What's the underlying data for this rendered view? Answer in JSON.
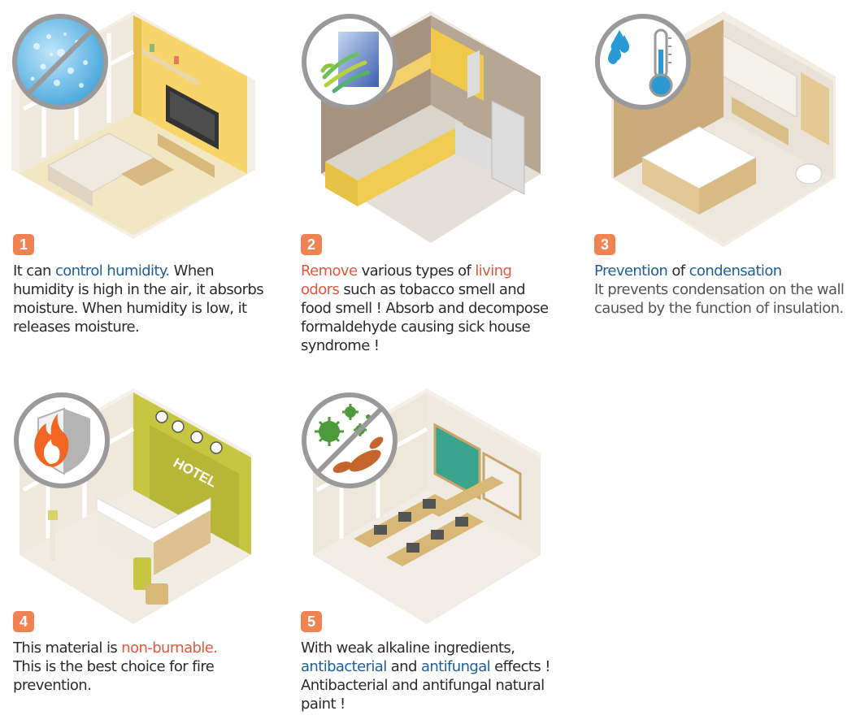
{
  "colors": {
    "badge": "#ef8354",
    "accent_blue": "#1f5e9c",
    "accent_red": "#e2583e",
    "wall_yellow": "#f7d774"
  },
  "cards": [
    {
      "number": "1",
      "icon": "water-droplets-icon",
      "room": "living-room",
      "lines": [
        [
          {
            "t": "It can "
          },
          {
            "t": "control humidity.",
            "c": "blue"
          },
          {
            "t": " When"
          }
        ],
        [
          {
            "t": "humidity is high in the air, it absorbs"
          }
        ],
        [
          {
            "t": "moisture. When humidity is low, it"
          }
        ],
        [
          {
            "t": "releases moisture."
          }
        ]
      ]
    },
    {
      "number": "2",
      "icon": "odor-filter-icon",
      "room": "kitchen",
      "lines": [
        [
          {
            "t": "Remove",
            "c": "red"
          },
          {
            "t": " various types of "
          },
          {
            "t": "living",
            "c": "red"
          }
        ],
        [
          {
            "t": "odors",
            "c": "red"
          },
          {
            "t": " such as tobacco smell and"
          }
        ],
        [
          {
            "t": "food smell ! Absorb and decompose"
          }
        ],
        [
          {
            "t": "formaldehyde causing sick house"
          }
        ],
        [
          {
            "t": "syndrome !"
          }
        ]
      ]
    },
    {
      "number": "3",
      "icon": "thermometer-drops-icon",
      "room": "bathroom",
      "lines": [
        [
          {
            "t": "Prevention",
            "c": "blue"
          },
          {
            "t": " of "
          },
          {
            "t": "condensation",
            "c": "blue"
          }
        ],
        [
          {
            "t": "It prevents condensation on the wall",
            "c": "gray"
          }
        ],
        [
          {
            "t": "caused by the function of insulation.",
            "c": "gray"
          }
        ]
      ]
    },
    {
      "number": "4",
      "icon": "fire-shield-icon",
      "room": "hotel-lobby",
      "sign": "HOTEL",
      "lines": [
        [
          {
            "t": "This material is "
          },
          {
            "t": "non-burnable.",
            "c": "red"
          }
        ],
        [
          {
            "t": "This is the best choice for fire"
          }
        ],
        [
          {
            "t": "prevention."
          }
        ]
      ]
    },
    {
      "number": "5",
      "icon": "no-germs-icon",
      "room": "classroom",
      "lines": [
        [
          {
            "t": "With weak alkaline ingredients,"
          }
        ],
        [
          {
            "t": "antibacterial",
            "c": "blue"
          },
          {
            "t": " and "
          },
          {
            "t": "antifungal",
            "c": "blue"
          },
          {
            "t": " effects !"
          }
        ],
        [
          {
            "t": "Antibacterial and antifungal natural"
          }
        ],
        [
          {
            "t": "paint !"
          }
        ]
      ]
    }
  ]
}
